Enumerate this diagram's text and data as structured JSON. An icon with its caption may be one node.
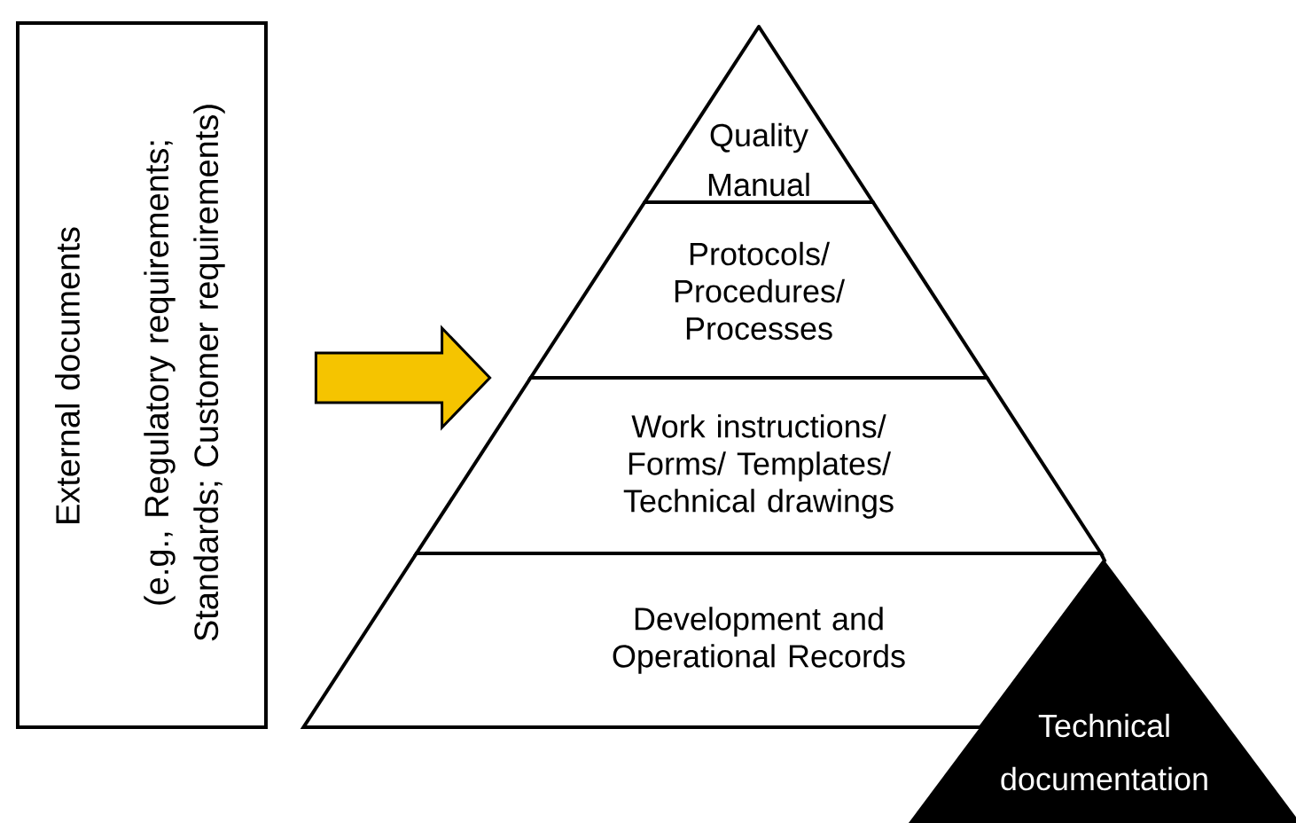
{
  "diagram": {
    "nodes": [
      {
        "text": [
          "External documents",
          "(e.g., Regulatory requirements; Standards; Customer requirements)"
        ]
      },
      {
        "text": [
          "Quality Manual"
        ]
      },
      {
        "text": [
          "Protocols/ Procedures/ Processes"
        ]
      },
      {
        "text": [
          "Work instructions/ Forms/ Templates/ Technical drawings"
        ]
      },
      {
        "text": [
          "Development and Operational Records"
        ]
      },
      {
        "text": [
          "Technical documentation"
        ]
      }
    ],
    "edges": [
      {
        "from": 0,
        "to": 3,
        "arrow": "to",
        "color": "#f5c400"
      }
    ]
  }
}
